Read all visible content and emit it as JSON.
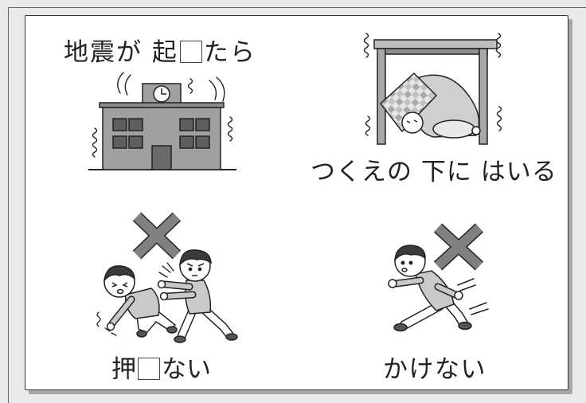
{
  "colors": {
    "background": "#e9e9e9",
    "card": "#ffffff",
    "ink": "#222222",
    "shadow": "#a6a6a6",
    "illustration_gray": "#a0a0a0",
    "cross_mark": "#808080"
  },
  "earthquake": {
    "label_before": "地震が 起",
    "label_after": "たら",
    "icon": "shaking-school-icon"
  },
  "under_desk": {
    "label": "つくえの 下に はいる",
    "icon": "hide-under-desk-icon"
  },
  "no_pushing": {
    "label_before": "押",
    "label_after": "ない",
    "icon": "pushing-children-icon",
    "mark": "cross-mark-icon"
  },
  "no_running": {
    "label": "かけない",
    "icon": "running-child-icon",
    "mark": "cross-mark-icon"
  }
}
